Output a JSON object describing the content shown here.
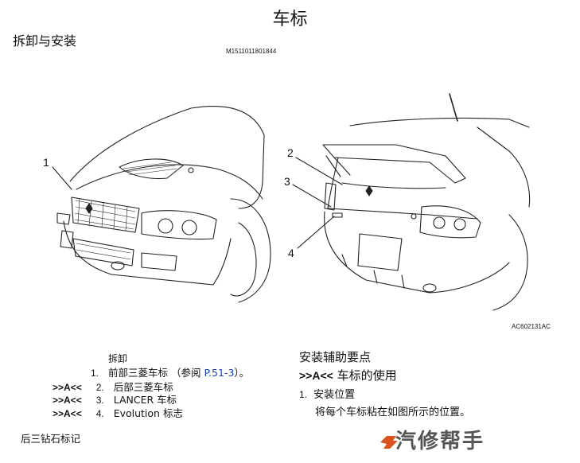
{
  "page": {
    "title": "车标",
    "section": "拆卸与安装",
    "doc_id": "M1511011801844"
  },
  "figure": {
    "code": "AC602131AC",
    "callouts": [
      "1",
      "2",
      "3",
      "4"
    ]
  },
  "removal": {
    "heading": "拆卸",
    "steps": [
      {
        "arrow": "",
        "num": "1.",
        "text": "前部三菱车标 （参阅",
        "link": "P.51-3",
        "suffix": "）。"
      },
      {
        "arrow": ">>A<<",
        "num": "2.",
        "text": "后部三菱车标",
        "link": "",
        "suffix": ""
      },
      {
        "arrow": ">>A<<",
        "num": "3.",
        "text": "LANCER 车标",
        "link": "",
        "suffix": ""
      },
      {
        "arrow": ">>A<<",
        "num": "4.",
        "text": "Evolution 标志",
        "link": "",
        "suffix": ""
      }
    ]
  },
  "install": {
    "heading": "安装辅助要点",
    "sub_arrow": ">>A<<",
    "sub_text": "车标的使用",
    "item_num": "1.",
    "item_text": "安装位置",
    "item_desc": "将每个车标粘在如图所示的位置。"
  },
  "footer": {
    "note": "后三钻石标记",
    "brand": "汽修帮手"
  }
}
